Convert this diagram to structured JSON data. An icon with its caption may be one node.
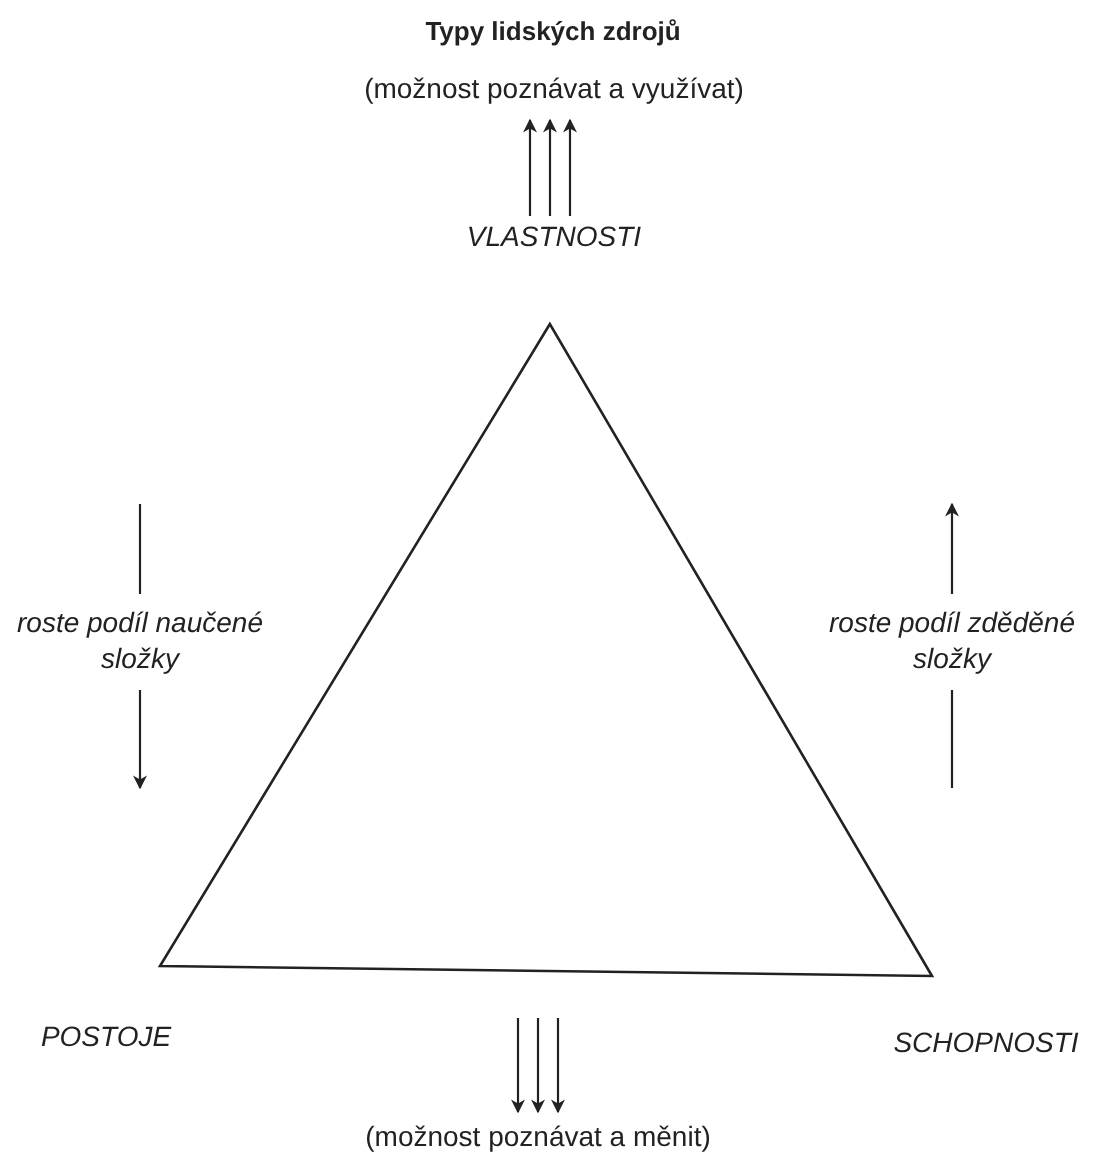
{
  "diagram": {
    "title": "Typy lidských zdrojů",
    "nodes": [
      {
        "text": [
          "(možnost poznávat a využívat)"
        ]
      },
      {
        "text": [
          "VLASTNOSTI"
        ]
      },
      {
        "text": [],
        "shape": "triangle"
      },
      {
        "text": [
          "POSTOJE"
        ]
      },
      {
        "text": [
          "SCHOPNOSTI"
        ]
      },
      {
        "text": [
          "(možnost poznávat a měnit)"
        ]
      }
    ],
    "edges": [
      {
        "from": 1,
        "to": 0,
        "arrow": "to"
      },
      {
        "from": 1,
        "to": 0,
        "arrow": "to"
      },
      {
        "from": 1,
        "to": 0,
        "arrow": "to"
      },
      {
        "from": 2,
        "to": 5,
        "arrow": "to"
      },
      {
        "from": 2,
        "to": 5,
        "arrow": "to"
      },
      {
        "from": 2,
        "to": 5,
        "arrow": "to"
      }
    ],
    "labels": [
      "roste podíl naučené složky",
      "roste podíl zděděné složky"
    ]
  }
}
